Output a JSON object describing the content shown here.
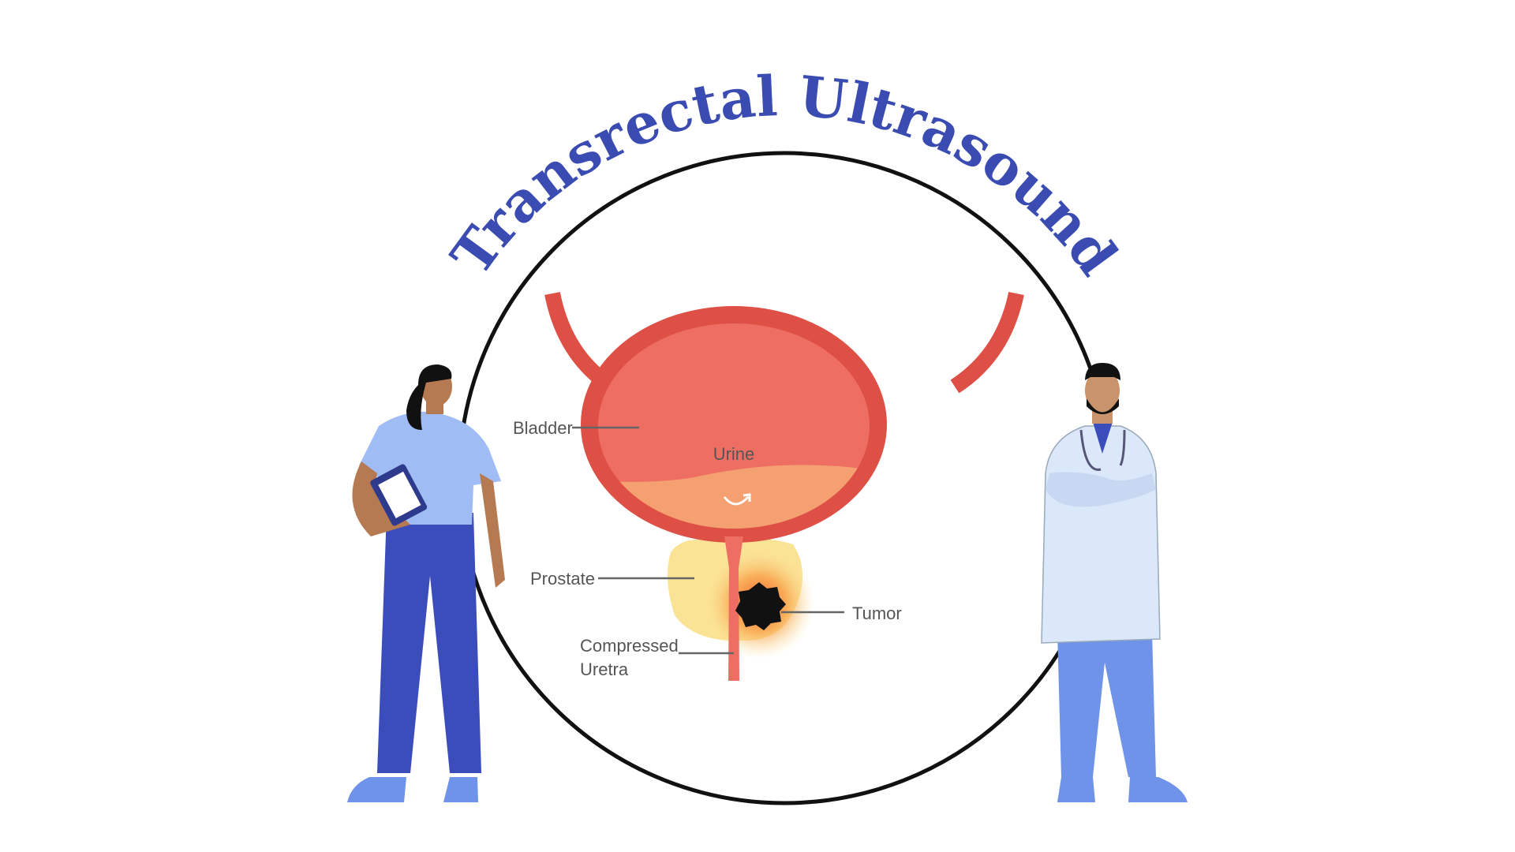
{
  "title": "Transrectal Ultrasound",
  "labels": {
    "bladder": "Bladder",
    "urine": "Urine",
    "prostate": "Prostate",
    "tumor": "Tumor",
    "urethra_line1": "Compressed",
    "urethra_line2": "Uretra"
  },
  "colors": {
    "title": "#3a4cb2",
    "bladder_wall": "#de4f45",
    "bladder_fill": "#ee6e63",
    "urine_lower": "#f5a070",
    "prostate": "#fbe396",
    "tumor": "#111111",
    "nurse_scrubs_top": "#9fbcf5",
    "nurse_pants": "#3b4cbb",
    "doctor_coat": "#dbe8f9",
    "doctor_pants": "#6f93e8"
  },
  "figures": [
    "nurse-with-clipboard",
    "doctor-with-stethoscope"
  ]
}
